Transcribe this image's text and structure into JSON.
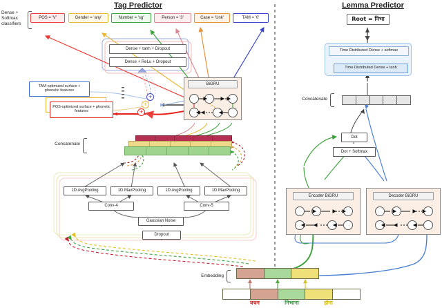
{
  "titles": {
    "tag_predictor": "Tag Predictor",
    "lemma_predictor": "Lemma Predictor"
  },
  "tag_predictor": {
    "classifier_label": "Dense + Softmax classifiers",
    "outputs": [
      {
        "name": "pos",
        "label": "POS = 'V'",
        "color": "#e8403a",
        "fill": "#fdecec"
      },
      {
        "name": "gender",
        "label": "Gender = 'any'",
        "color": "#e8b83a",
        "fill": "#fffae8"
      },
      {
        "name": "number",
        "label": "Number = 'sg'",
        "color": "#3fa33f",
        "fill": "#eefaee"
      },
      {
        "name": "person",
        "label": "Person = '3'",
        "color": "#d98a92",
        "fill": "#fdeef0"
      },
      {
        "name": "case",
        "label": "Case = 'Unk'",
        "color": "#e8923a",
        "fill": "#fff3e6"
      },
      {
        "name": "tam",
        "label": "TAM = '0'",
        "color": "#3a46c8",
        "fill": "#eceefc"
      }
    ],
    "dense_layers": [
      "Dense + tanh + Dropout",
      "Dense + ReLu + Dropout"
    ],
    "feature_boxes": [
      {
        "name": "tam-optimized",
        "label": "TAM-optimized surface + phonetic features",
        "color": "#3a6ec8"
      },
      {
        "name": "pos-optimized",
        "label": "POS-optimized surface + phonetic features",
        "color": "#e8201a"
      }
    ],
    "bigru_label": "BiGRU",
    "concatenate_label": "Concatenate",
    "pooling": [
      "1D AvgPooling",
      "1D MaxPooling",
      "1D AvgPooling",
      "1D MaxPooling"
    ],
    "conv": [
      "Conv-4",
      "Conv-5"
    ],
    "gaussian_noise": "Gaussian Noise",
    "dropout": "Dropout",
    "concat_bars": {
      "top_color": "#b53050",
      "mid_color": "#efd98a",
      "bottom_color": "#9fd48f",
      "cells": 5
    }
  },
  "lemma_predictor": {
    "root_label": "Root = निभा",
    "time_distributed": [
      "Time Distributed Dense + softmax",
      "Time Distributed Dense + tanh"
    ],
    "concatenate_label": "Concatenate",
    "concat_cells": 5,
    "dot_label": "Dot",
    "dot_softmax_label": "Dot + Softmax",
    "encoder_label": "Encoder BiGRU",
    "decoder_label": "Decoder BiGRU"
  },
  "embedding": {
    "label": "Embedding",
    "tokens": [
      {
        "word": "वचन",
        "color": "#cc2a2a",
        "fill": "#d4a392"
      },
      {
        "word": "निभाना",
        "color": "#2e9b3a",
        "fill": "#a8d89a"
      },
      {
        "word": "होगा",
        "color": "#d6bb1e",
        "fill": "#efe07a"
      }
    ]
  }
}
